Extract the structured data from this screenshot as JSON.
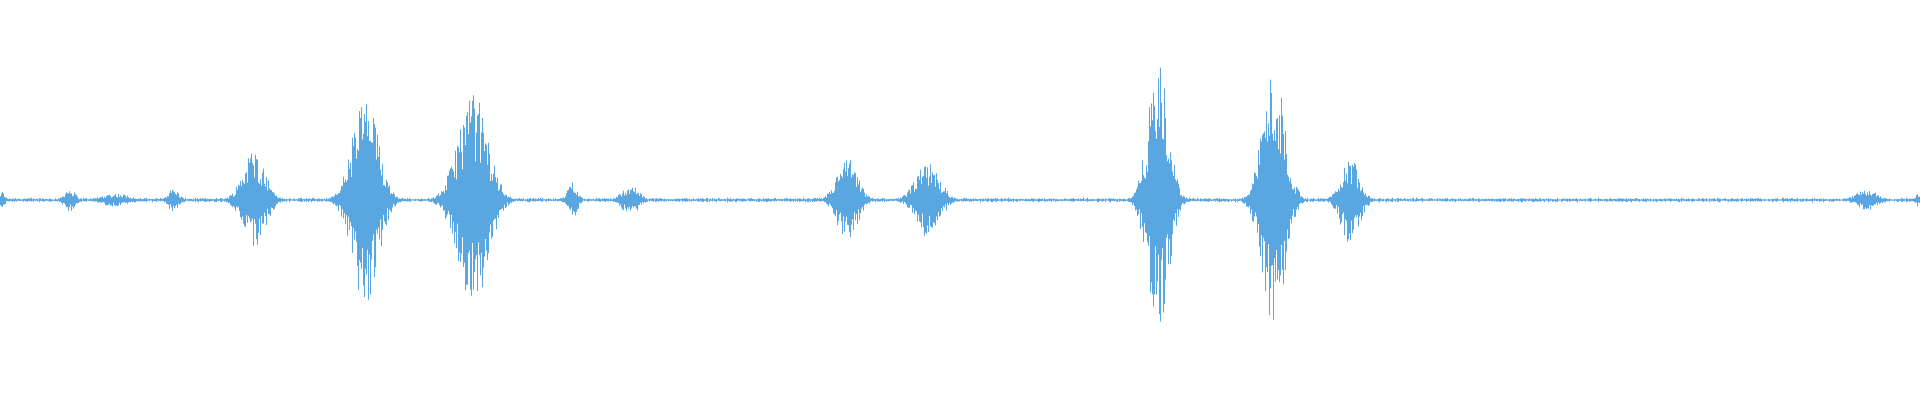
{
  "waveform": {
    "color": "#5aa6e0",
    "background": "#ffffff",
    "duration_fraction_note": "",
    "bursts": [
      {
        "center": 0.001,
        "width": 0.006,
        "peak": 0.05
      },
      {
        "center": 0.036,
        "width": 0.012,
        "peak": 0.07
      },
      {
        "center": 0.06,
        "width": 0.03,
        "peak": 0.04
      },
      {
        "center": 0.09,
        "width": 0.012,
        "peak": 0.07
      },
      {
        "center": 0.132,
        "width": 0.024,
        "peak": 0.3
      },
      {
        "center": 0.19,
        "width": 0.028,
        "peak": 0.62
      },
      {
        "center": 0.246,
        "width": 0.032,
        "peak": 0.64
      },
      {
        "center": 0.298,
        "width": 0.01,
        "peak": 0.12
      },
      {
        "center": 0.328,
        "width": 0.018,
        "peak": 0.09
      },
      {
        "center": 0.441,
        "width": 0.022,
        "peak": 0.25
      },
      {
        "center": 0.483,
        "width": 0.026,
        "peak": 0.22
      },
      {
        "center": 0.603,
        "width": 0.022,
        "peak": 0.8
      },
      {
        "center": 0.663,
        "width": 0.024,
        "peak": 0.8
      },
      {
        "center": 0.703,
        "width": 0.02,
        "peak": 0.26
      },
      {
        "center": 0.972,
        "width": 0.024,
        "peak": 0.06
      },
      {
        "center": 0.999,
        "width": 0.006,
        "peak": 0.04
      }
    ],
    "noise_floor": 0.01
  }
}
